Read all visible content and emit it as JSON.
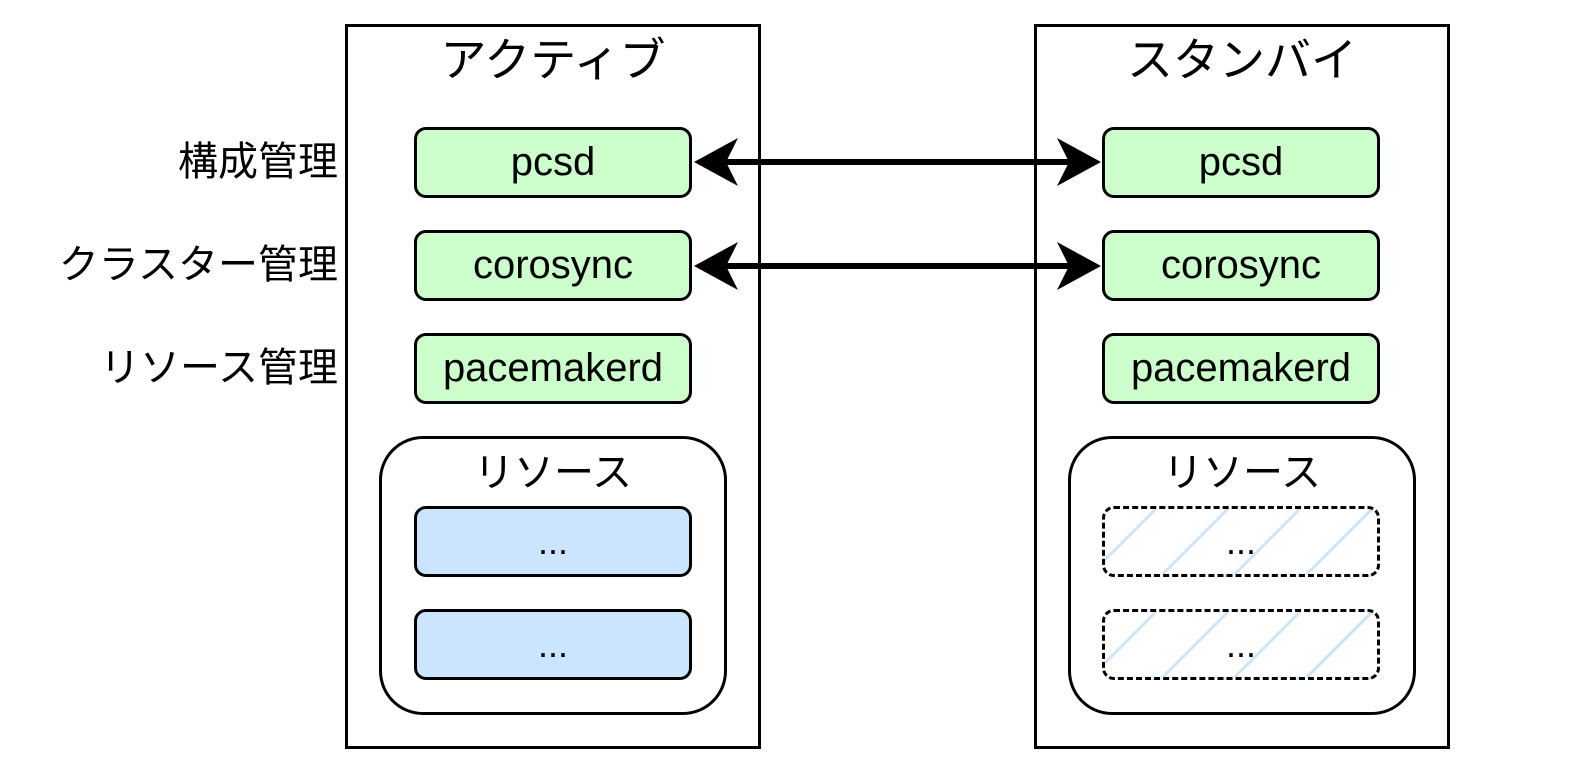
{
  "row_labels": {
    "config": "構成管理",
    "cluster": "クラスター管理",
    "resource": "リソース管理"
  },
  "active_node": {
    "title": "アクティブ",
    "pcsd": "pcsd",
    "corosync": "corosync",
    "pacemakerd": "pacemakerd",
    "resources_title": "リソース",
    "resource_items": [
      "...",
      "..."
    ]
  },
  "standby_node": {
    "title": "スタンバイ",
    "pcsd": "pcsd",
    "corosync": "corosync",
    "pacemakerd": "pacemakerd",
    "resources_title": "リソース",
    "resource_items": [
      "...",
      "..."
    ]
  },
  "colors": {
    "process_fill": "#ccffcc",
    "active_resource_fill": "#cce5ff",
    "standby_resource_hatch": "#cfe4f8",
    "stroke": "#000000"
  }
}
